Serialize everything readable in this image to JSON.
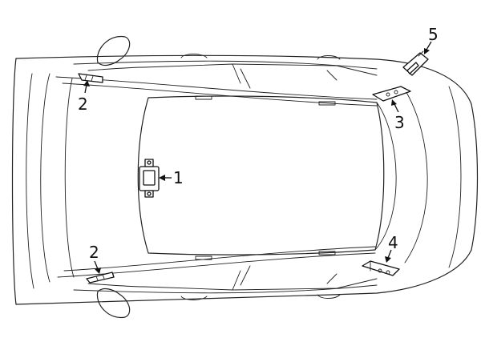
{
  "callouts": [
    {
      "id": "c1",
      "label": "1"
    },
    {
      "id": "c2a",
      "label": "2"
    },
    {
      "id": "c2b",
      "label": "2"
    },
    {
      "id": "c3",
      "label": "3"
    },
    {
      "id": "c4",
      "label": "4"
    },
    {
      "id": "c5",
      "label": "5"
    }
  ]
}
